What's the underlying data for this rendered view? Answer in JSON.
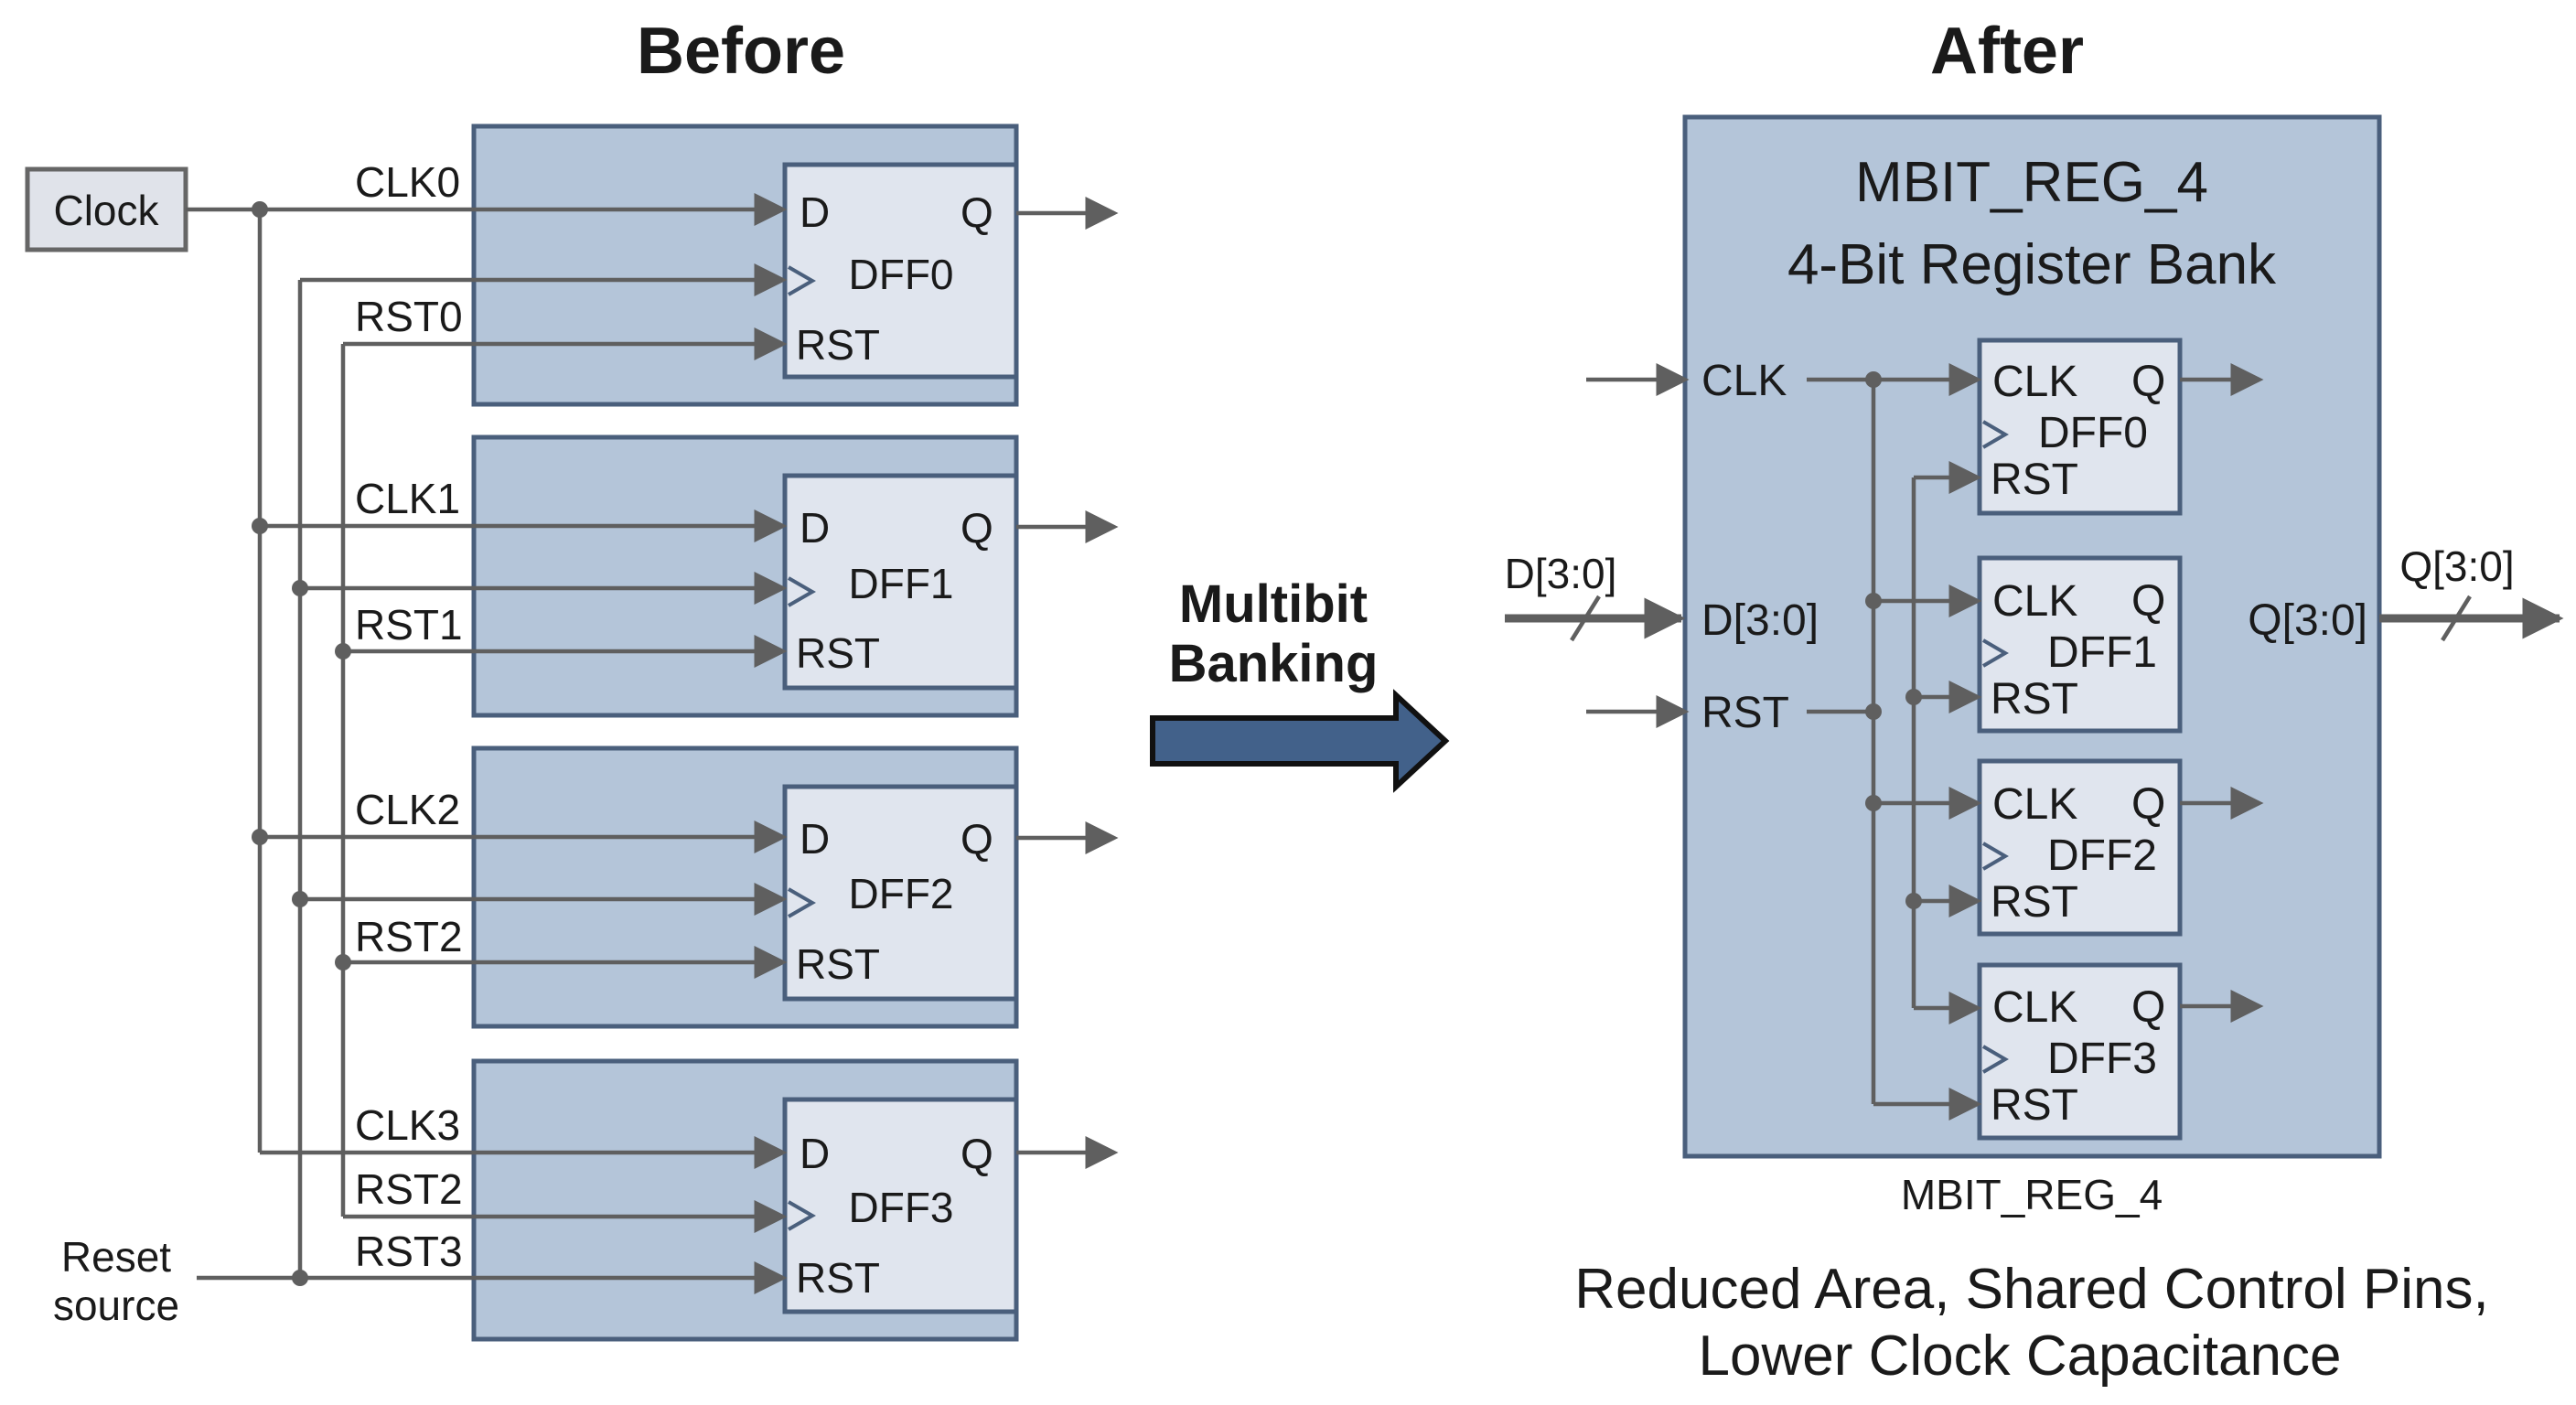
{
  "before": {
    "title": "Before",
    "clock_label": "Clock",
    "reset_label_line1": "Reset",
    "reset_label_line2": "source",
    "net_labels": [
      "CLK0",
      "RST0",
      "CLK1",
      "RST1",
      "CLK2",
      "RST2",
      "CLK3",
      "RST2",
      "RST3"
    ],
    "cells": [
      {
        "name": "DFF0",
        "pin_d": "D",
        "pin_q": "Q",
        "pin_rst": "RST"
      },
      {
        "name": "DFF1",
        "pin_d": "D",
        "pin_q": "Q",
        "pin_rst": "RST"
      },
      {
        "name": "DFF2",
        "pin_d": "D",
        "pin_q": "Q",
        "pin_rst": "RST"
      },
      {
        "name": "DFF3",
        "pin_d": "D",
        "pin_q": "Q",
        "pin_rst": "RST"
      }
    ]
  },
  "arrow": {
    "line1": "Multibit",
    "line2": "Banking",
    "color": "#42618a"
  },
  "after": {
    "title": "After",
    "block_title": "MBIT_REG_4",
    "block_subtitle": "4-Bit Register Bank",
    "pin_clk": "CLK",
    "pin_d": "D[3:0]",
    "pin_rst": "RST",
    "pin_q": "Q[3:0]",
    "ext_d": "D[3:0]",
    "ext_q": "Q[3:0]",
    "cells": [
      {
        "name": "DFF0",
        "pin_clk": "CLK",
        "pin_q": "Q",
        "pin_rst": "RST"
      },
      {
        "name": "DFF1",
        "pin_clk": "CLK",
        "pin_q": "Q",
        "pin_rst": "RST"
      },
      {
        "name": "DFF2",
        "pin_clk": "CLK",
        "pin_q": "Q",
        "pin_rst": "RST"
      },
      {
        "name": "DFF3",
        "pin_clk": "CLK",
        "pin_q": "Q",
        "pin_rst": "RST"
      }
    ],
    "caption": "MBIT_REG_4",
    "benefits_line1": "Reduced Area, Shared Control Pins,",
    "benefits_line2": "Lower Clock Capacitance"
  },
  "colors": {
    "block_fill": "#b4c5d9",
    "cell_fill": "#e0e5ee",
    "border": "#4a5f7c",
    "wire": "#5f5f5f"
  }
}
